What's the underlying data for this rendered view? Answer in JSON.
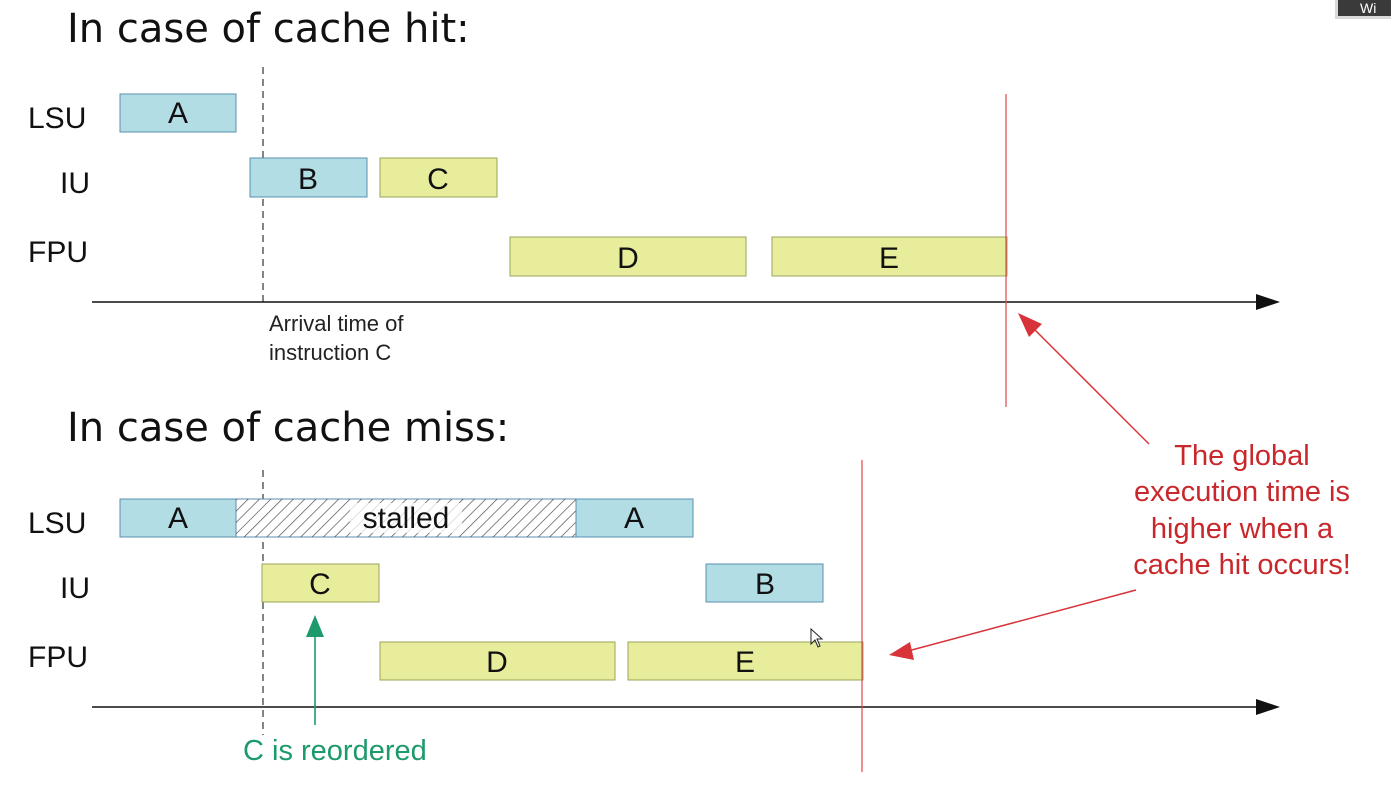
{
  "titles": {
    "hit": "In case of cache hit:",
    "miss": "In case of cache miss:"
  },
  "units": [
    "LSU",
    "IU",
    "FPU"
  ],
  "hit_blocks": [
    "A",
    "B",
    "C",
    "D",
    "E"
  ],
  "miss_blocks": [
    "A",
    "stalled",
    "A",
    "C",
    "B",
    "D",
    "E"
  ],
  "arrival_note": [
    "Arrival time of",
    "instruction C"
  ],
  "global_note": [
    "The global",
    "execution time is",
    "higher when a",
    "cache hit occurs!"
  ],
  "reorder_note": "C is reordered",
  "corner_widget_text": "Wi",
  "colors": {
    "lsu_block": "#b3dde5",
    "lsu_border": "#5a8fb0",
    "fpu_block": "#e8ed9c",
    "fpu_border": "#9aa45a",
    "red": "#d9333a",
    "green": "#1d9a6c"
  },
  "icons": {
    "arrow_head": "triangle-arrow-icon",
    "cursor": "mouse-pointer-icon"
  }
}
